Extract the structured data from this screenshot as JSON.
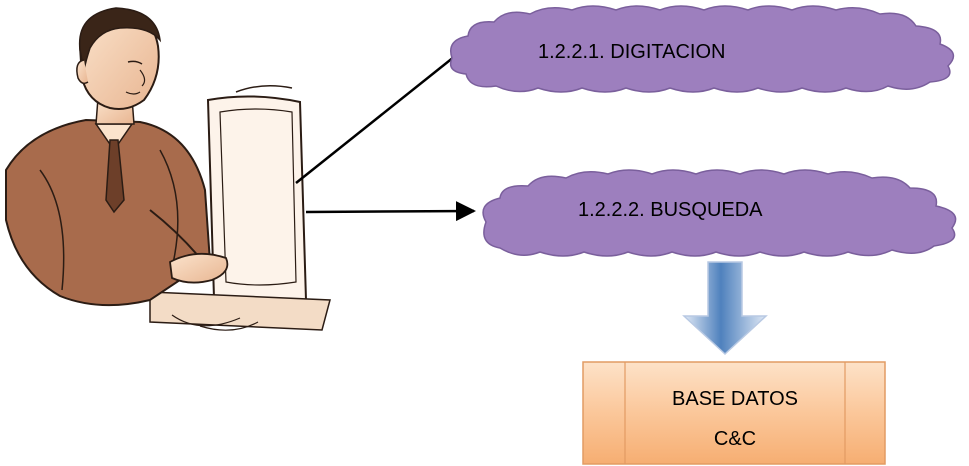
{
  "nodes": {
    "digitacion": {
      "label": "1.2.2.1. DIGITACION"
    },
    "busqueda": {
      "label": "1.2.2.2. BUSQUEDA"
    },
    "base_datos": {
      "line1": "BASE DATOS",
      "line2": "C&C"
    }
  },
  "colors": {
    "cloud_fill": "#9d7fbe",
    "cloud_stroke": "#7a5f9c",
    "box_fill": "#fbc79a",
    "box_stroke": "#e29b63",
    "down_arrow": "#4f81bd",
    "arrow_line": "#000000",
    "person_suit": "#a86b4c",
    "person_outline": "#2b1c14"
  },
  "icons": {
    "person": "person-at-computer-icon"
  }
}
